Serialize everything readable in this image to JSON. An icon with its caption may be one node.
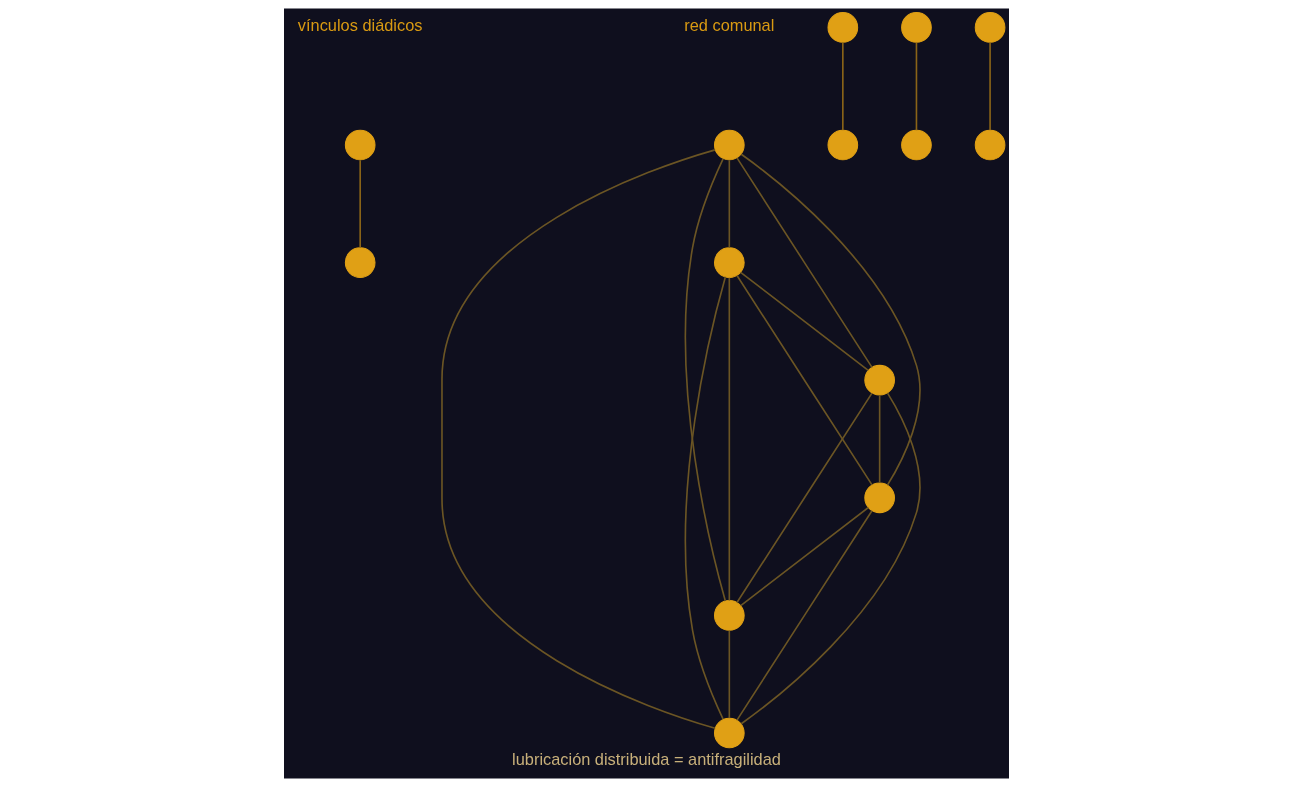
{
  "diagram": {
    "caption": "lubricación distribuida = antifragilidad",
    "nodes": [
      {
        "text": [],
        "shape": "circle"
      },
      {
        "text": [],
        "shape": "circle"
      },
      {
        "text": [],
        "shape": "circle"
      },
      {
        "text": [],
        "shape": "circle"
      },
      {
        "text": [],
        "shape": "circle"
      },
      {
        "text": [],
        "shape": "circle"
      },
      {
        "text": [],
        "shape": "circle"
      },
      {
        "text": [],
        "shape": "circle"
      },
      {
        "text": [],
        "shape": "circle"
      },
      {
        "text": [],
        "shape": "circle"
      },
      {
        "text": [],
        "shape": "circle"
      },
      {
        "text": [],
        "shape": "circle"
      },
      {
        "text": [],
        "shape": "circle"
      },
      {
        "text": [],
        "shape": "circle"
      }
    ],
    "edges": [
      {
        "from": 0,
        "to": 1,
        "arrow": "none",
        "color": "#8a6418"
      },
      {
        "from": 2,
        "to": 3,
        "arrow": "none",
        "color": "#8a6418"
      },
      {
        "from": 4,
        "to": 5,
        "arrow": "none",
        "color": "#8a6418"
      },
      {
        "from": 6,
        "to": 7,
        "arrow": "none",
        "color": "#8a6418"
      },
      {
        "from": 8,
        "to": 9,
        "arrow": "none"
      },
      {
        "from": 8,
        "to": 10,
        "arrow": "none"
      },
      {
        "from": 8,
        "to": 11,
        "arrow": "none"
      },
      {
        "from": 8,
        "to": 12,
        "arrow": "none"
      },
      {
        "from": 8,
        "to": 13,
        "arrow": "none"
      },
      {
        "from": 9,
        "to": 10,
        "arrow": "none"
      },
      {
        "from": 9,
        "to": 11,
        "arrow": "none"
      },
      {
        "from": 9,
        "to": 12,
        "arrow": "none"
      },
      {
        "from": 9,
        "to": 13,
        "arrow": "none"
      },
      {
        "from": 10,
        "to": 11,
        "arrow": "none"
      },
      {
        "from": 10,
        "to": 12,
        "arrow": "none"
      },
      {
        "from": 10,
        "to": 13,
        "arrow": "none"
      },
      {
        "from": 11,
        "to": 12,
        "arrow": "none"
      },
      {
        "from": 11,
        "to": 13,
        "arrow": "none"
      },
      {
        "from": 12,
        "to": 13,
        "arrow": "none"
      }
    ],
    "labels": [
      "vínculos diádicos",
      "red comunal"
    ]
  }
}
